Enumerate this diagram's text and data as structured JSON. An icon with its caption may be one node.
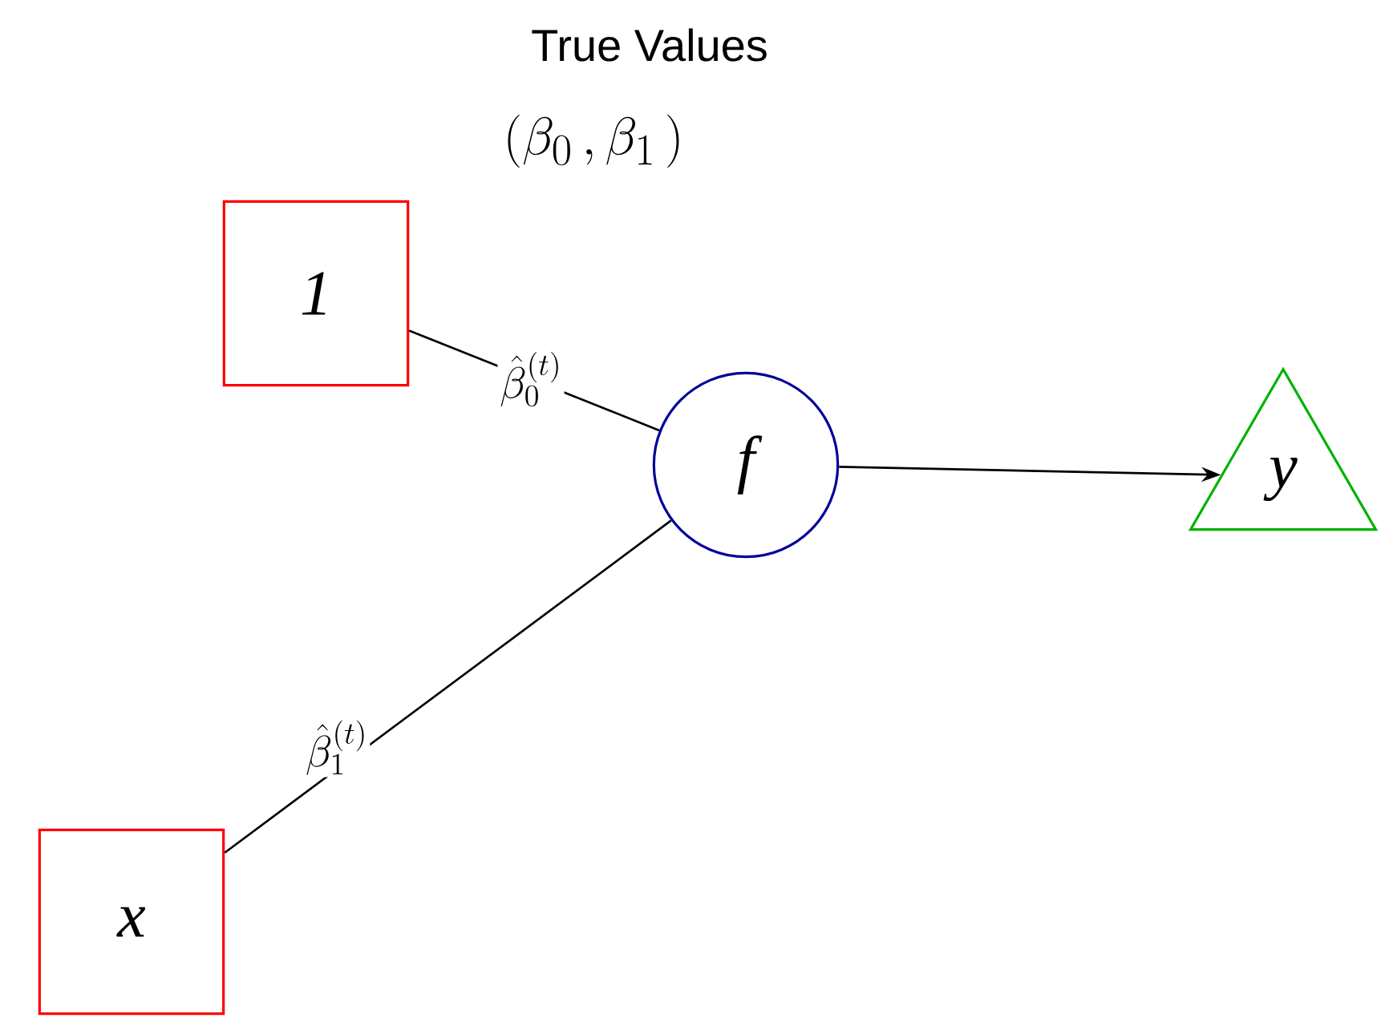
{
  "diagram": {
    "title": "True Values",
    "nodes": [
      {
        "text": [
          "1"
        ]
      },
      {
        "text": [
          "x"
        ]
      },
      {
        "text": [
          "f"
        ]
      },
      {
        "text": [
          "y"
        ]
      }
    ],
    "edges": [
      {
        "from": 0,
        "to": 2,
        "arrow": "none",
        "label": "\\hat{\\beta}_0^{(t)}"
      },
      {
        "from": 1,
        "to": 2,
        "arrow": "none",
        "label": "\\hat{\\beta}_1^{(t)}"
      },
      {
        "from": 2,
        "to": 3,
        "arrow": "to"
      }
    ],
    "labels": [
      "(\\beta_0\\,,\\beta_1\\,)"
    ]
  }
}
